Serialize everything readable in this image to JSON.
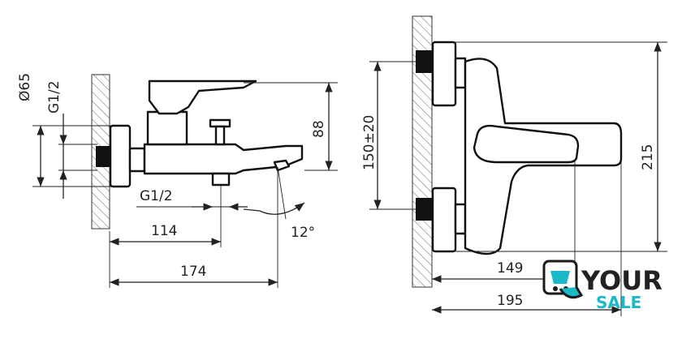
{
  "dimensions": {
    "d65": "Ø65",
    "g12_left": "G1/2",
    "h88": "88",
    "g12_spout": "G1/2",
    "w114": "114",
    "angle": "12°",
    "w174": "174",
    "c150": "150±20",
    "h215": "215",
    "w149": "149",
    "w195": "195"
  },
  "logo": {
    "line1": "YOUR",
    "line2": "SALE",
    "primary_color": "#1a1a1a",
    "accent_color": "#19b9c8"
  }
}
